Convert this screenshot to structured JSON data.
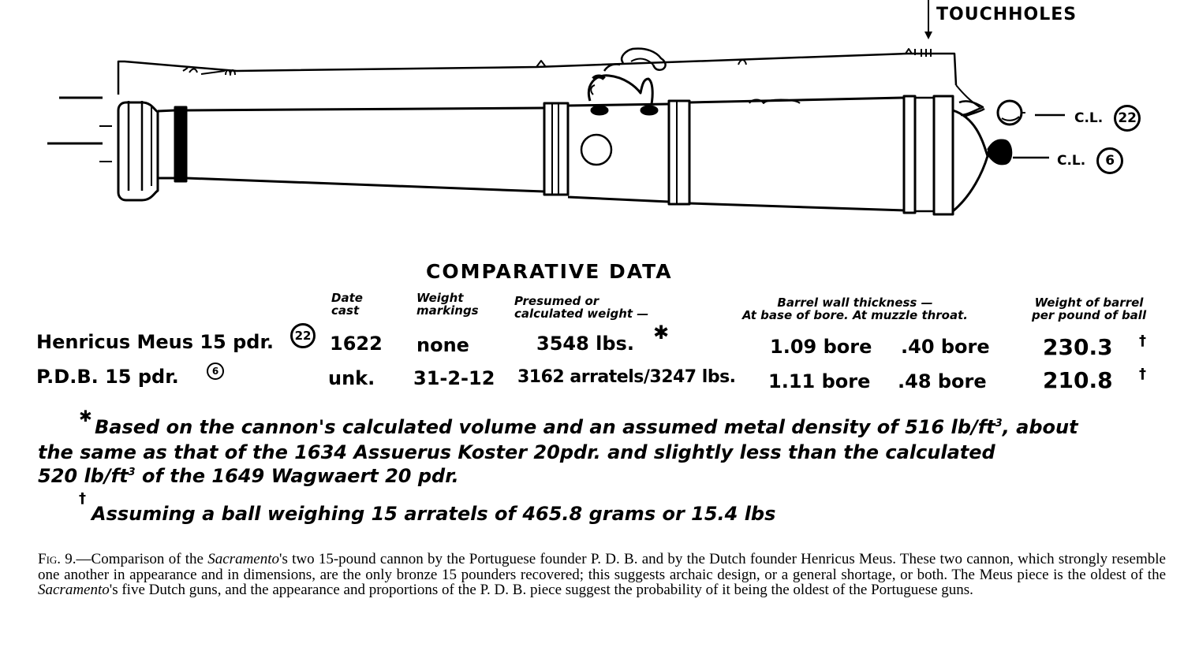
{
  "drawing": {
    "touchholes_label": "TOUCHHOLES",
    "centerlines": [
      {
        "label": "C.L.",
        "ref": "22"
      },
      {
        "label": "C.L.",
        "ref": "6"
      }
    ]
  },
  "table": {
    "title": "COMPARATIVE DATA",
    "headers": {
      "date": [
        "Date",
        "cast"
      ],
      "weight_markings": [
        "Weight",
        "markings"
      ],
      "presumed_weight": [
        "Presumed or",
        "calculated weight —"
      ],
      "barrel_wall": [
        "Barrel wall thickness —",
        "At base of bore.   At muzzle throat."
      ],
      "weight_per_ball": [
        "Weight of barrel",
        "per pound of ball"
      ]
    },
    "rows": [
      {
        "name": "Henricus Meus 15 pdr.",
        "ref": "22",
        "date": "1622",
        "markings": "none",
        "weight": "3548 lbs.",
        "weight_mark": "✱",
        "wall_base": "1.09 bore",
        "wall_muzzle": ".40 bore",
        "per_ball": "230.3",
        "per_ball_mark": "†"
      },
      {
        "name": "P.D.B. 15 pdr.",
        "ref": "6",
        "date": "unk.",
        "markings": "31-2-12",
        "weight": "3162 arratels/3247 lbs.",
        "weight_mark": "",
        "wall_base": "1.11 bore",
        "wall_muzzle": ".48 bore",
        "per_ball": "210.8",
        "per_ball_mark": "†"
      }
    ]
  },
  "notes": {
    "star_mark": "✱",
    "star_line1a": "Based on the cannon's calculated volume and an assumed metal density of 516 lb/ft",
    "star_line1b": ", about",
    "star_line2": "the same as that of the 1634 Assuerus Koster 20pdr. and slightly less than the calculated",
    "star_line3a": "520 lb/ft",
    "star_line3b": " of the 1649 Wagwaert 20 pdr.",
    "cube": "3",
    "dagger_mark": "†",
    "dagger_line": "Assuming a ball weighing 15 arratels of 465.8 grams or 15.4 lbs"
  },
  "caption": {
    "fig": "Fig. 9.",
    "p1": "—Comparison of the ",
    "ship1": "Sacramento",
    "p2": "'s two 15-pound cannon by the Portuguese founder P. D. B. and by the Dutch founder Henricus Meus. These two cannon, which strongly resemble one another in appearance and in dimensions, are the only bronze 15 pounders recovered; this suggests archaic design, or a general shortage, or both. The Meus piece is the oldest of the ",
    "ship2": "Sacramento",
    "p3": "'s five Dutch guns, and the appearance and proportions of the P. D. B. piece suggest the probability of it being the oldest of the Portuguese guns."
  }
}
